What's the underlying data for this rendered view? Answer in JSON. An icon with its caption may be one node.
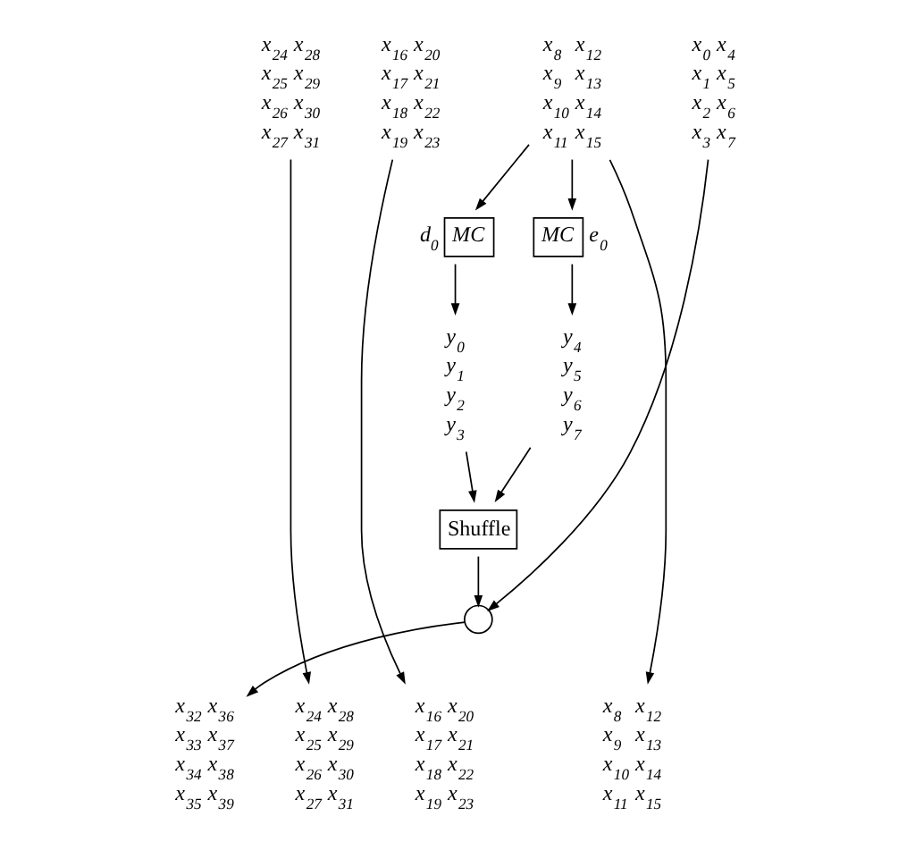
{
  "diagram": {
    "nodes": [
      {
        "text": [
          "x$_{24}$ x$_{28}$ x$_{25}$ x$_{29}$ x$_{26}$ x$_{30}$ x$_{27}$ x$_{31}$"
        ]
      },
      {
        "text": [
          "x$_{16}$ x$_{20}$ x$_{17}$ x$_{21}$ x$_{18}$ x$_{22}$ x$_{19}$ x$_{23}$"
        ]
      },
      {
        "text": [
          "x$_{8}$ x$_{12}$ x$_{9}$ x$_{13}$ x$_{10}$ x$_{14}$ x$_{11}$ x$_{15}$"
        ]
      },
      {
        "text": [
          "x$_{0}$ x$_{4}$ x$_{1}$ x$_{5}$ x$_{2}$ x$_{6}$ x$_{3}$ x$_{7}$"
        ]
      },
      {
        "text": [
          "MC"
        ],
        "beside": [
          "d$_{0}$"
        ]
      },
      {
        "text": [
          "MC"
        ],
        "beside": [
          "e$_{0}$"
        ]
      },
      {
        "text": [
          "y$_{0}$ y$_{1}$ y$_{2}$ y$_{3}$"
        ]
      },
      {
        "text": [
          "y$_{4}$ y$_{5}$ y$_{6}$ y$_{7}$"
        ]
      },
      {
        "text": [
          "Shuffle"
        ]
      },
      {
        "text": [],
        "shape": "circle"
      },
      {
        "text": [
          "x$_{32}$ x$_{36}$ x$_{33}$ x$_{37}$ x$_{34}$ x$_{38}$ x$_{35}$ x$_{39}$"
        ]
      },
      {
        "text": [
          "x$_{24}$ x$_{28}$ x$_{25}$ x$_{29}$ x$_{26}$ x$_{30}$ x$_{27}$ x$_{31}$"
        ]
      },
      {
        "text": [
          "x$_{16}$ x$_{20}$ x$_{17}$ x$_{21}$ x$_{18}$ x$_{22}$ x$_{19}$ x$_{23}$"
        ]
      },
      {
        "text": [
          "x$_{8}$ x$_{12}$ x$_{9}$ x$_{13}$ x$_{10}$ x$_{14}$ x$_{11}$ x$_{15}$"
        ]
      }
    ],
    "edges": [
      {
        "from": 0,
        "to": 11,
        "arrow": "to"
      },
      {
        "from": 1,
        "to": 12,
        "arrow": "to"
      },
      {
        "from": 2,
        "to": 4,
        "arrow": "to"
      },
      {
        "from": 2,
        "to": 5,
        "arrow": "to"
      },
      {
        "from": 2,
        "to": 13,
        "arrow": "to"
      },
      {
        "from": 4,
        "to": 6,
        "arrow": "to"
      },
      {
        "from": 5,
        "to": 7,
        "arrow": "to"
      },
      {
        "from": 6,
        "to": 8,
        "arrow": "to"
      },
      {
        "from": 7,
        "to": 8,
        "arrow": "to"
      },
      {
        "from": 8,
        "to": 9,
        "arrow": "to"
      },
      {
        "from": 3,
        "to": 9,
        "arrow": "to"
      },
      {
        "from": 9,
        "to": 10,
        "arrow": "to"
      }
    ]
  }
}
